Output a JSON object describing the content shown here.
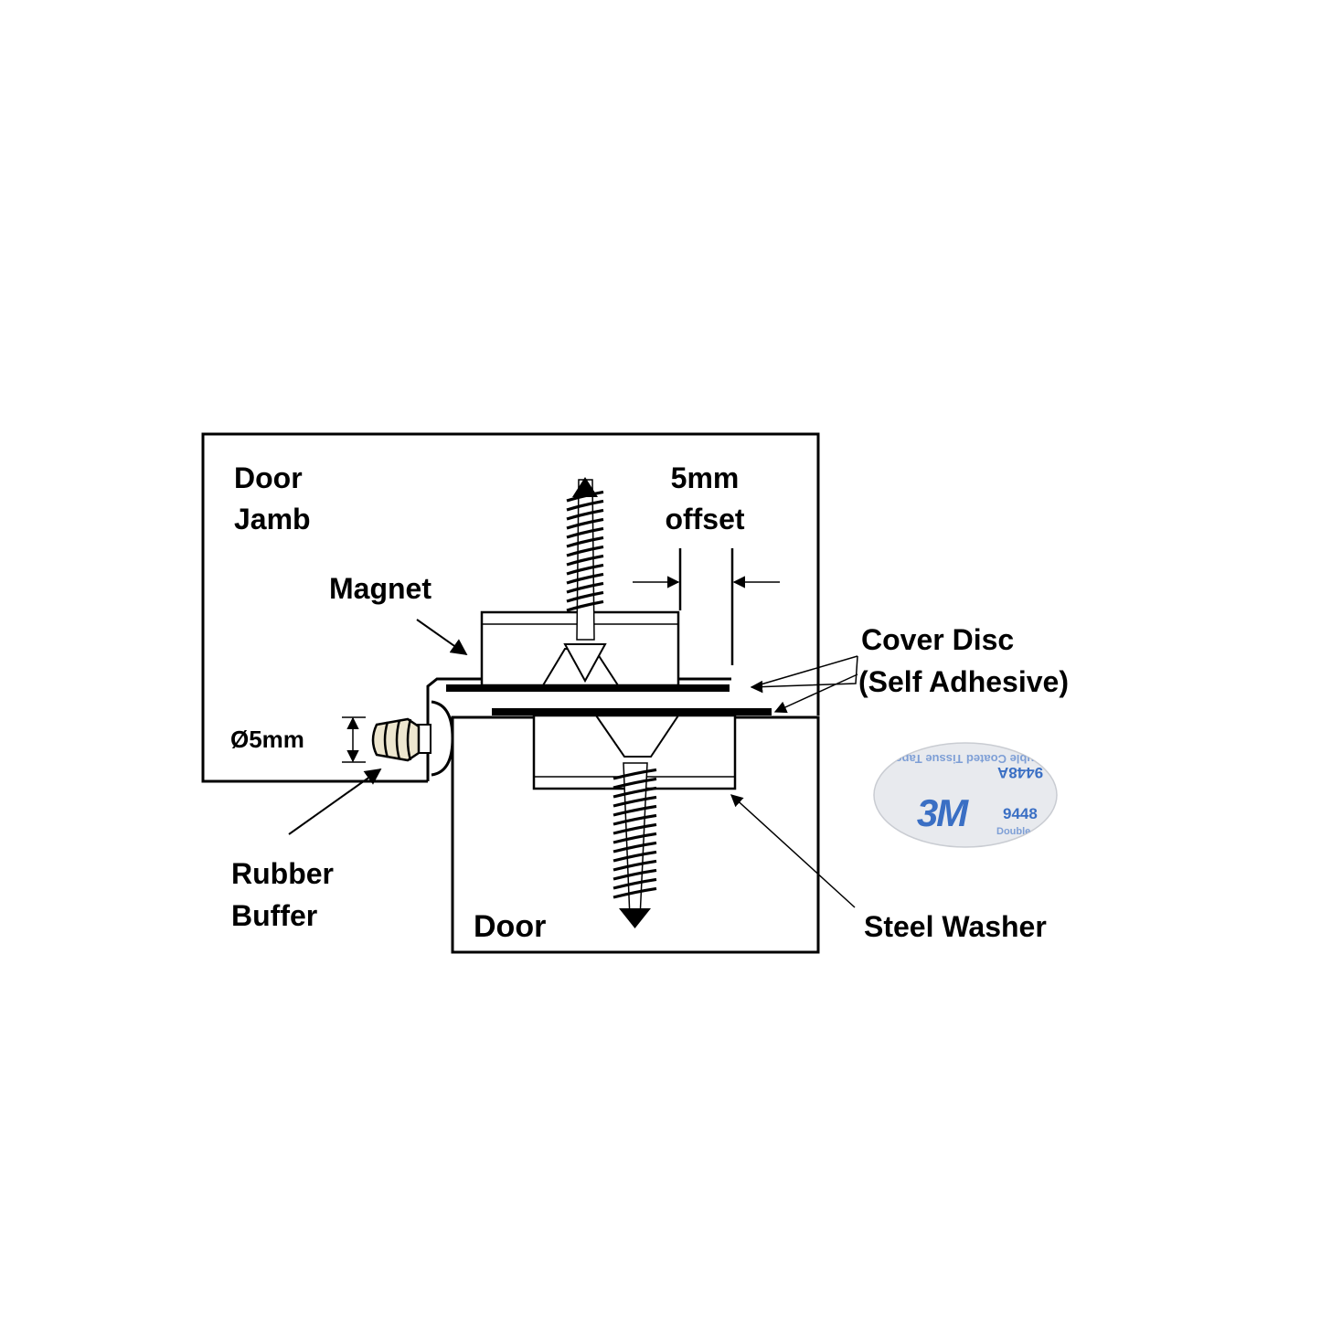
{
  "labels": {
    "door_jamb_line1": "Door",
    "door_jamb_line2": "Jamb",
    "magnet": "Magnet",
    "offset_line1": "5mm",
    "offset_line2": "offset",
    "cover_disc_line1": "Cover Disc",
    "cover_disc_line2": "(Self Adhesive)",
    "diameter": "Ø5mm",
    "rubber_buffer_line1": "Rubber",
    "rubber_buffer_line2": "Buffer",
    "door": "Door",
    "steel_washer": "Steel Washer"
  },
  "adhesive_disc": {
    "top_text": "Double Coated Tissue Tape",
    "part_number_mirrored": "9448A",
    "brand": "3M",
    "part_number": "9448",
    "bottom_text": "Double"
  },
  "colors": {
    "line": "#000000",
    "buffer_fill": "#ede6cf",
    "disc_fill": "#e8eaee",
    "disc_print": "#3a6fc4",
    "disc_print_faded": "#7e9fd6"
  }
}
